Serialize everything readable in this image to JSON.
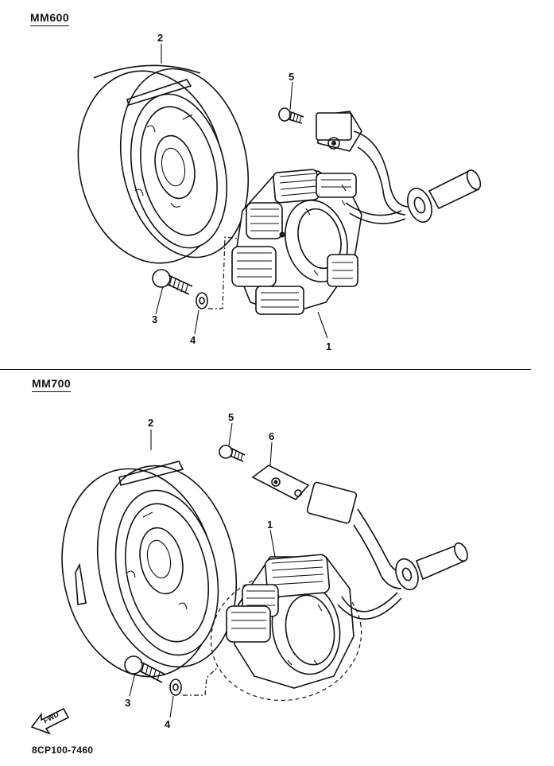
{
  "sections": [
    {
      "title": "MM600"
    },
    {
      "title": "MM700"
    }
  ],
  "callouts": {
    "top": {
      "c1": "1",
      "c2": "2",
      "c3": "3",
      "c4": "4",
      "c5": "5"
    },
    "bottom": {
      "c1": "1",
      "c2": "2",
      "c3": "3",
      "c4": "4",
      "c5": "5",
      "c6": "6"
    }
  },
  "fwd_label": "FWD",
  "part_code": "8CP100-7460"
}
